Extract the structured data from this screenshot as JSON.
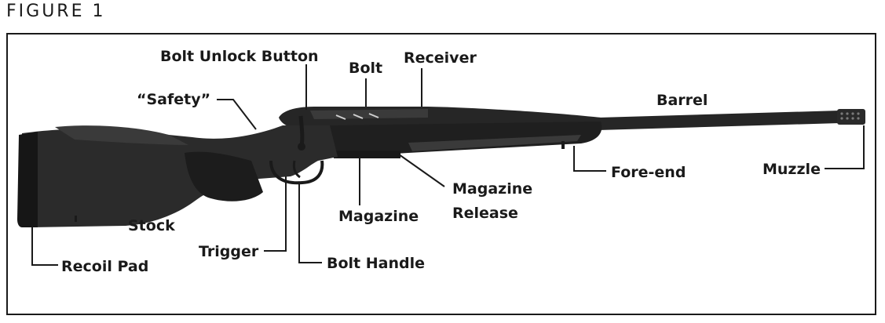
{
  "figure_title": "FIGURE 1",
  "labels": {
    "bolt_unlock_button": "Bolt Unlock Button",
    "bolt": "Bolt",
    "receiver": "Receiver",
    "safety": "“Safety”",
    "barrel": "Barrel",
    "muzzle": "Muzzle",
    "fore_end": "Fore-end",
    "magazine_release_line1": "Magazine",
    "magazine_release_line2": "Release",
    "magazine": "Magazine",
    "stock": "Stock",
    "trigger": "Trigger",
    "bolt_handle": "Bolt Handle",
    "recoil_pad": "Recoil Pad"
  },
  "colors": {
    "rifle_body": "#2b2b2b",
    "rifle_dark": "#161616",
    "rifle_highlight": "#4a4a4a",
    "text": "#1a1a1a"
  }
}
